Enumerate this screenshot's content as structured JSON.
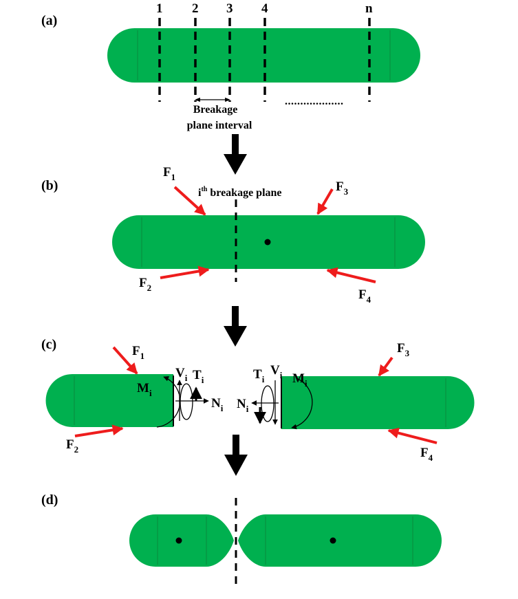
{
  "panels": {
    "a": "(a)",
    "b": "(b)",
    "c": "(c)",
    "d": "(d)"
  },
  "plane_numbers": [
    "1",
    "2",
    "3",
    "4",
    "n"
  ],
  "ellipsis": "...................",
  "interval_label": {
    "line1": "Breakage",
    "line2": "plane interval"
  },
  "ith_plane_label": {
    "base": "i",
    "sup": "th",
    "rest": " breakage plane"
  },
  "forces": {
    "F1": {
      "base": "F",
      "sub": "1"
    },
    "F2": {
      "base": "F",
      "sub": "2"
    },
    "F3": {
      "base": "F",
      "sub": "3"
    },
    "F4": {
      "base": "F",
      "sub": "4"
    }
  },
  "internal_loads": {
    "M": {
      "base": "M",
      "sub": "i"
    },
    "V": {
      "base": "V",
      "sub": "i"
    },
    "T": {
      "base": "T",
      "sub": "i"
    },
    "N": {
      "base": "N",
      "sub": "i"
    }
  },
  "colors": {
    "particle": "#00b04f",
    "force_arrow": "#ee1c1c",
    "ink": "#000000"
  }
}
